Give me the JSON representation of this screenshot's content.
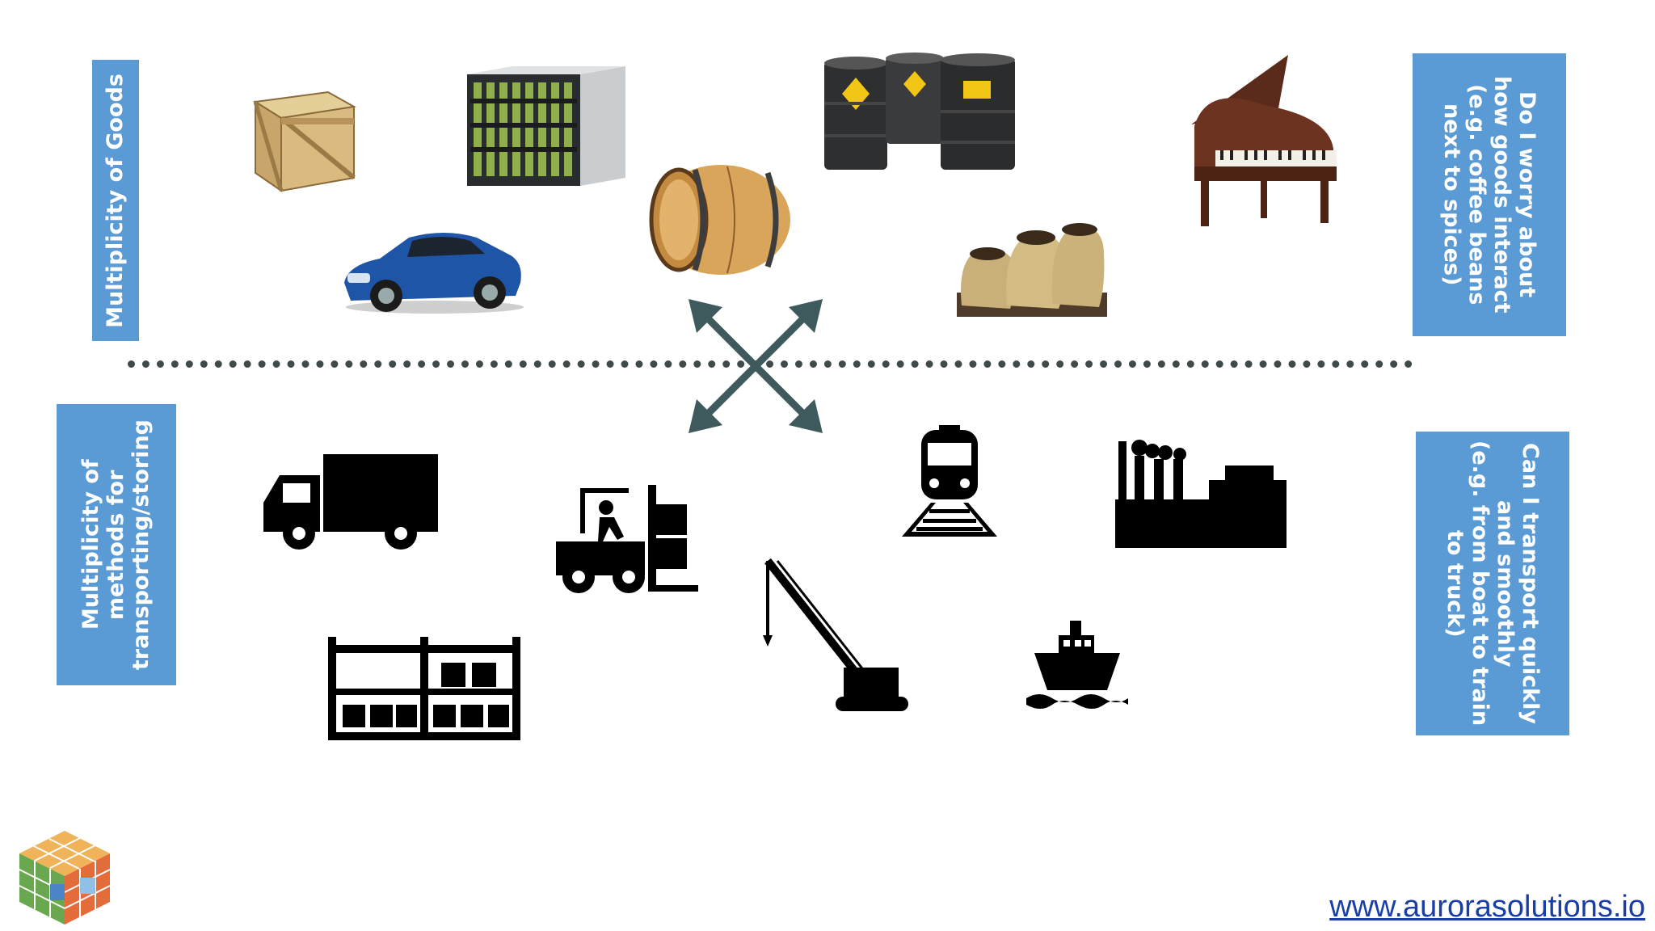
{
  "labels": {
    "goods": "Multiplicity of Goods",
    "methods": "Multiplicity of\nmethods for\ntransporting/storing",
    "interact": "Do I worry about\nhow goods interact\n(e.g. coffee beans\nnext to spices)",
    "transport": "Can I transport quickly\nand smoothly\n(e.g. from boat to train\nto truck)"
  },
  "footer": {
    "url": "www.aurorasolutions.io"
  },
  "colors": {
    "box": "#5b9bd5",
    "arrow": "#3f5a5c",
    "divider": "#3f4a4a"
  },
  "icons": {
    "goods": [
      "crate-icon",
      "server-rack-icon",
      "barrel-icon",
      "oil-drums-icon",
      "piano-icon",
      "sports-car-icon",
      "coffee-sacks-icon"
    ],
    "methods": [
      "truck-icon",
      "forklift-icon",
      "train-icon",
      "factory-icon",
      "crane-icon",
      "warehouse-rack-icon",
      "ship-icon"
    ]
  }
}
